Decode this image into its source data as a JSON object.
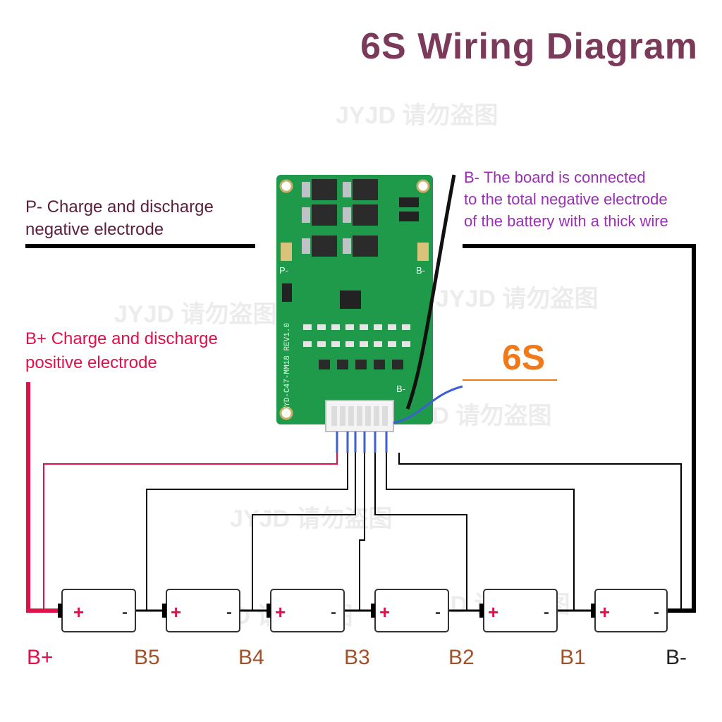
{
  "title": "6S Wiring Diagram",
  "watermark": "JYJD 请勿盗图",
  "labels": {
    "p_minus": [
      "P- Charge and discharge",
      "negative electrode"
    ],
    "b_plus": [
      "B+ Charge and discharge",
      "positive electrode"
    ],
    "b_minus": [
      "B- The board is connected",
      "to the total negative electrode",
      "of the battery with a thick wire"
    ],
    "cell_count": "6S"
  },
  "board": {
    "pads": {
      "p": "P-",
      "b": "B-",
      "b_lower": "B-"
    },
    "silkscreen": "HXYD-C47-MM18 REV1.0"
  },
  "terminals": [
    "B+",
    "B5",
    "B4",
    "B3",
    "B2",
    "B1",
    "B-"
  ],
  "battery": {
    "plus": "+",
    "minus": "-"
  },
  "colors": {
    "title": "#7b3a5a",
    "positive_wire": "#e0104a",
    "negative_wire": "#000000",
    "board": "#1f9a4a",
    "cell_count": "#f07a1a",
    "terminal_brown": "#a0522d",
    "b_minus_text": "#9a2fb3"
  }
}
